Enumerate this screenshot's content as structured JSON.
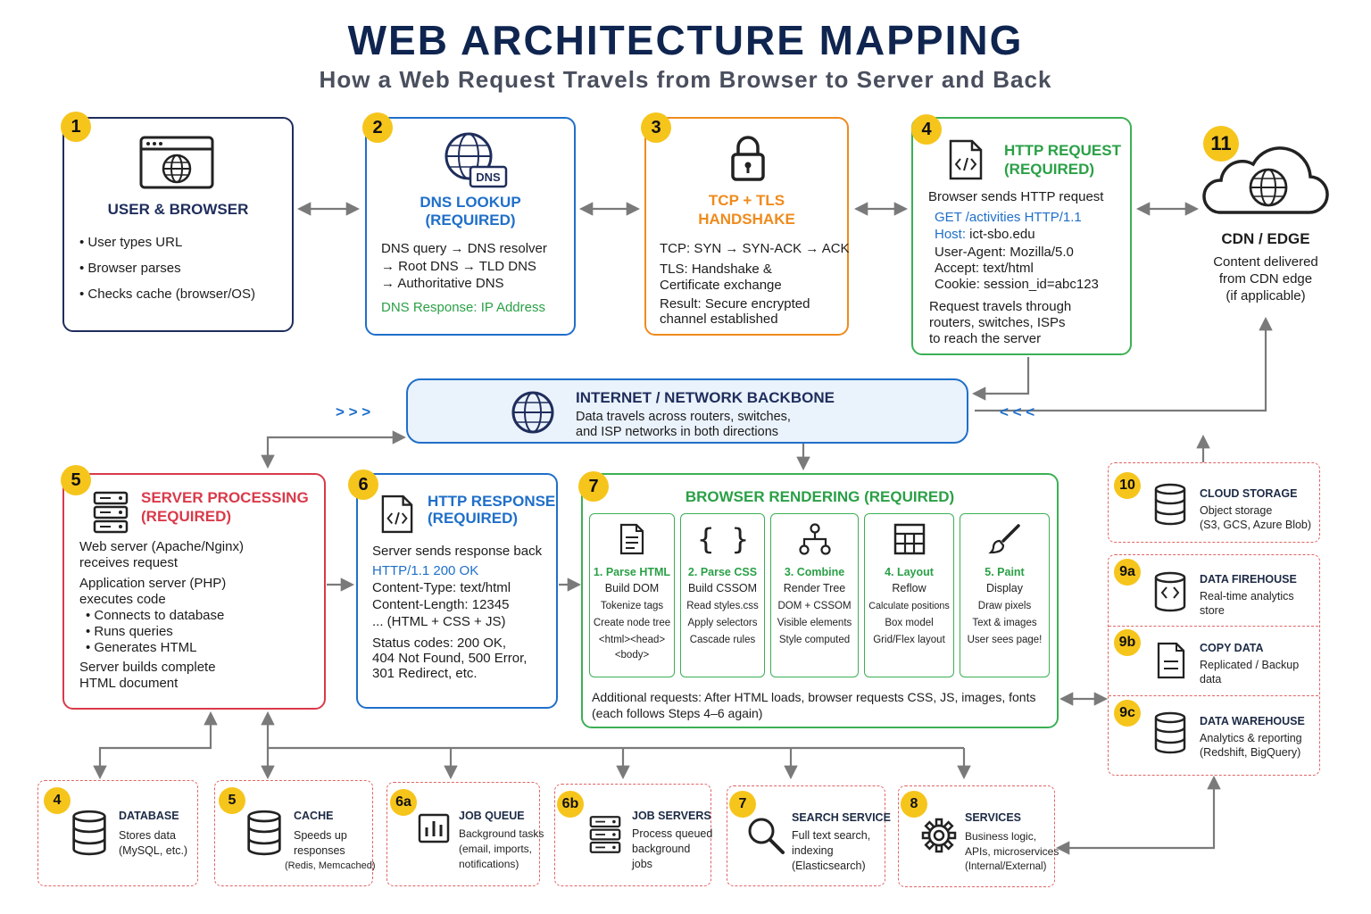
{
  "title": "WEB ARCHITECTURE MAPPING",
  "subtitle": "How a Web Request Travels from Browser to Server and Back",
  "steps": {
    "s1": {
      "num": "1",
      "title": "USER & BROWSER",
      "bullets": [
        "• User types URL",
        "• Browser parses",
        "• Checks cache (browser/OS)"
      ]
    },
    "s2": {
      "num": "2",
      "title1": "DNS LOOKUP",
      "title2": "(REQUIRED)",
      "lines": [
        "DNS query → DNS resolver",
        "→ Root DNS → TLD DNS",
        "→ Authoritative DNS"
      ],
      "response": "DNS Response: IP Address",
      "icon_label": "DNS"
    },
    "s3": {
      "num": "3",
      "title1": "TCP + TLS",
      "title2": "HANDSHAKE",
      "tcp": "TCP: SYN → SYN-ACK → ACK",
      "tls1": "TLS: Handshake &",
      "tls2": "Certificate exchange",
      "res1": "Result: Secure encrypted",
      "res2": "channel established"
    },
    "s4": {
      "num": "4",
      "title1": "HTTP REQUEST",
      "title2": "(REQUIRED)",
      "intro": "Browser sends HTTP request",
      "get": "GET /activities HTTP/1.1",
      "host_key": "Host:",
      "host_val": " ict-sbo.edu",
      "headers": [
        "User-Agent: Mozilla/5.0",
        "Accept: text/html",
        "Cookie: session_id=abc123"
      ],
      "travel": [
        "Request travels through",
        "routers, switches, ISPs",
        "to reach the server"
      ]
    },
    "s11": {
      "num": "11",
      "title": "CDN / EDGE",
      "lines": [
        "Content delivered",
        "from CDN edge",
        "(if applicable)"
      ]
    },
    "internet": {
      "title": "INTERNET / NETWORK BACKBONE",
      "line1": "Data travels across routers, switches,",
      "line2": "and ISP networks in both directions",
      "left_arrows": "> > >",
      "right_arrows": "< < <"
    },
    "s5": {
      "num": "5",
      "title1": "SERVER PROCESSING",
      "title2": "(REQUIRED)",
      "lines": [
        "Web server (Apache/Nginx)",
        "receives request",
        "Application server (PHP)",
        "executes code",
        "  • Connects to database",
        "  • Runs queries",
        "  • Generates HTML",
        "Server builds complete",
        "HTML document"
      ]
    },
    "s6": {
      "num": "6",
      "title1": "HTTP RESPONSE",
      "title2": "(REQUIRED)",
      "intro": "Server sends response back",
      "status_line": "HTTP/1.1 200 OK",
      "lines": [
        "Content-Type: text/html",
        "Content-Length: 12345",
        "... (HTML + CSS + JS)"
      ],
      "codes": [
        "Status codes: 200 OK,",
        "404 Not Found, 500 Error,",
        "301 Redirect, etc."
      ]
    },
    "s7": {
      "num": "7",
      "title": "BROWSER RENDERING (REQUIRED)",
      "substeps": [
        {
          "title": "1. Parse HTML",
          "desc": "Build DOM",
          "lines": [
            "Tokenize tags",
            "Create node tree",
            "<html><head>",
            "<body>"
          ]
        },
        {
          "title": "2. Parse CSS",
          "desc": "Build CSSOM",
          "lines": [
            "Read styles.css",
            "Apply selectors",
            "Cascade rules"
          ]
        },
        {
          "title": "3. Combine",
          "desc": "Render Tree",
          "lines": [
            "DOM + CSSOM",
            "Visible elements",
            "Style computed"
          ]
        },
        {
          "title": "4. Layout",
          "desc": "Reflow",
          "lines": [
            "Calculate positions",
            "Box model",
            "Grid/Flex layout"
          ]
        },
        {
          "title": "5. Paint",
          "desc": "Display",
          "lines": [
            "Draw pixels",
            "Text & images",
            "User sees page!"
          ]
        }
      ],
      "note1": "Additional requests: After HTML loads, browser requests CSS, JS, images, fonts",
      "note2": "(each follows Steps 4–6 again)"
    }
  },
  "storage": {
    "cloud": {
      "num": "10",
      "title": "CLOUD STORAGE",
      "lines": [
        "Object storage",
        "(S3, GCS, Azure Blob)"
      ]
    },
    "firehouse": {
      "num": "9a",
      "title": "DATA FIREHOUSE",
      "lines": [
        "Real-time analytics",
        "store"
      ]
    },
    "copy": {
      "num": "9b",
      "title": "COPY DATA",
      "lines": [
        "Replicated / Backup",
        "data"
      ]
    },
    "warehouse": {
      "num": "9c",
      "title": "DATA WAREHOUSE",
      "lines": [
        "Analytics & reporting",
        "(Redshift, BigQuery)"
      ]
    }
  },
  "services": [
    {
      "num": "4",
      "title": "DATABASE",
      "lines": [
        "Stores data",
        "(MySQL, etc.)"
      ]
    },
    {
      "num": "5",
      "title": "CACHE",
      "lines": [
        "Speeds up",
        "responses",
        "(Redis, Memcached)"
      ]
    },
    {
      "num": "6a",
      "title": "JOB QUEUE",
      "lines": [
        "Background tasks",
        "(email, imports,",
        "notifications)"
      ]
    },
    {
      "num": "6b",
      "title": "JOB SERVERS",
      "lines": [
        "Process queued",
        "background",
        "jobs"
      ]
    },
    {
      "num": "7",
      "title": "SEARCH SERVICE",
      "lines": [
        "Full text search,",
        "indexing",
        "(Elasticsearch)"
      ]
    },
    {
      "num": "8",
      "title": "SERVICES",
      "lines": [
        "Business logic,",
        "APIs, microservices",
        "(Internal/External)"
      ]
    }
  ],
  "colors": {
    "navy": "#1f2d5c",
    "blue": "#1f6fc9",
    "orange": "#ef8b1d",
    "green": "#2aa046",
    "red": "#d93a4a",
    "yellow": "#f6c51c"
  }
}
